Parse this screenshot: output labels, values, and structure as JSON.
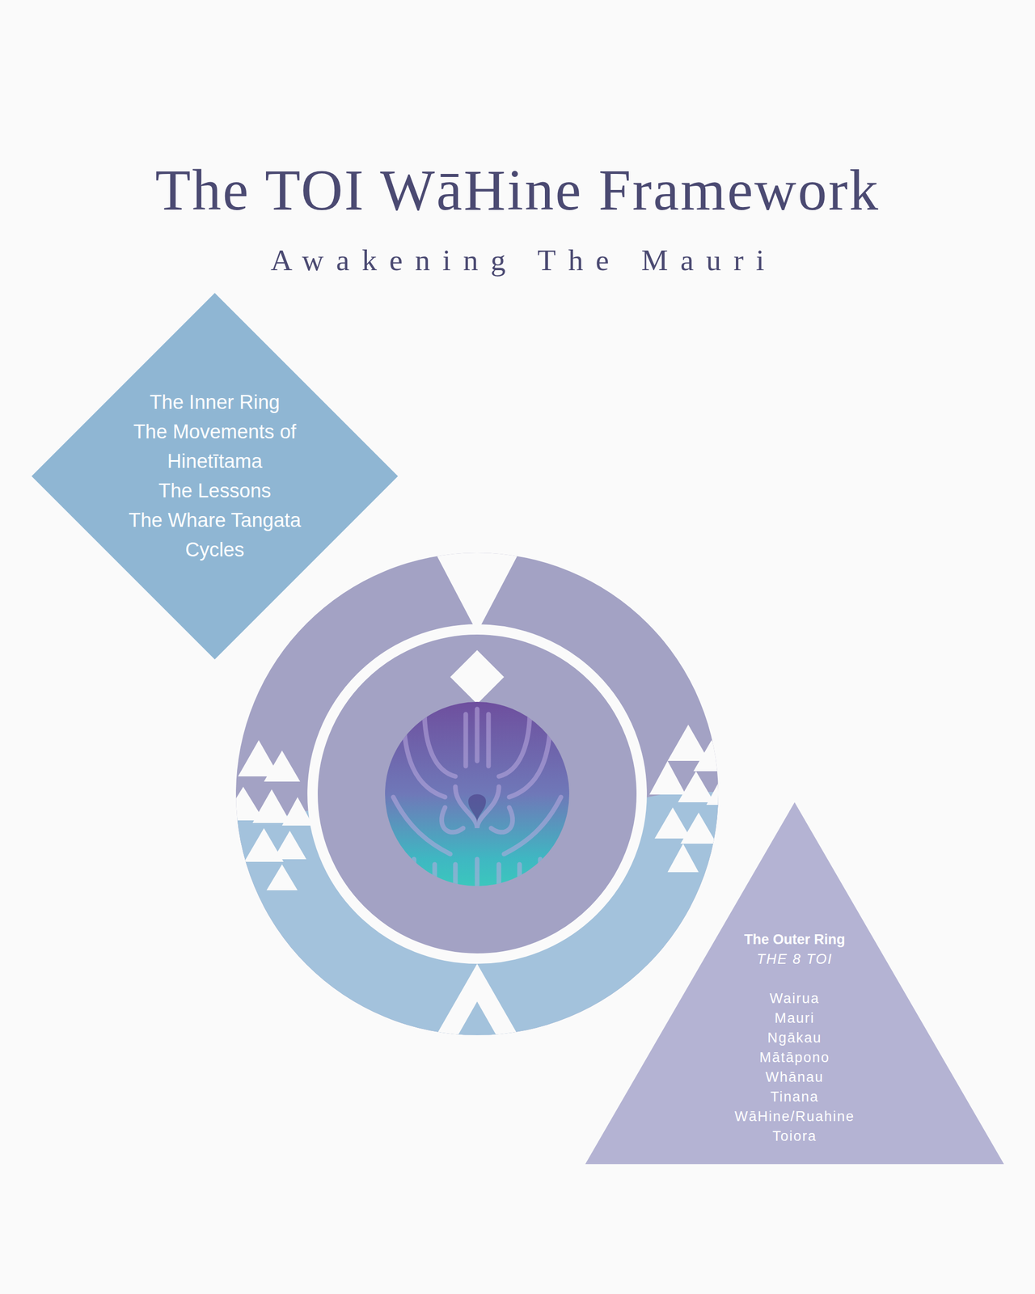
{
  "diagram": {
    "title": "The TOI WāHine Framework",
    "nodes": [
      {
        "text": [
          "The Inner Ring",
          "The Movements of Hinetītama",
          "The Lessons",
          "The Whare Tangata Cycles"
        ]
      },
      {
        "text": [
          "The Outer Ring",
          "THE 8 TOI",
          "Wairua",
          "Mauri",
          "Ngākau",
          "Mātāpono",
          "Whānau",
          "Tinana",
          "WāHine/Ruahine",
          "Toiora"
        ]
      }
    ],
    "labels": [
      "Awakening The Mauri"
    ]
  }
}
